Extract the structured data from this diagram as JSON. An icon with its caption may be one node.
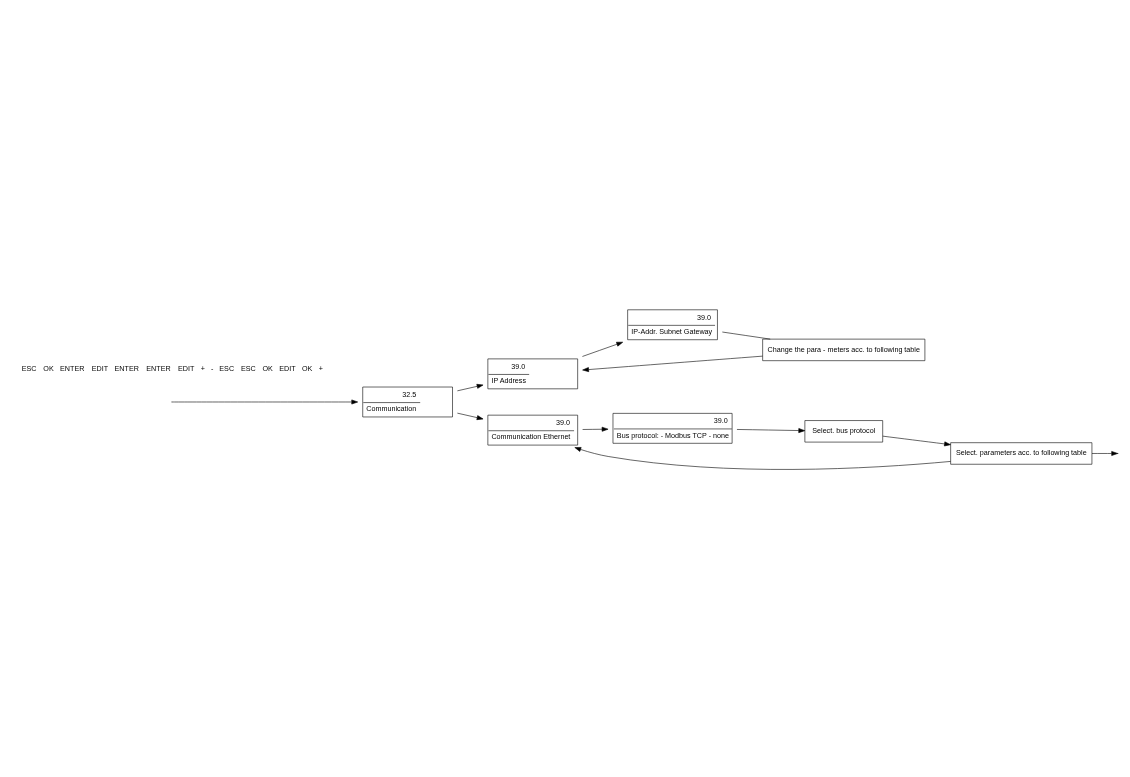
{
  "diagram": {
    "nodes": [
      {
        "text": [
          "32.5",
          "Communication"
        ]
      },
      {
        "text": [
          "39.0",
          "IP Address"
        ]
      },
      {
        "text": [
          "39.0",
          "IP-Addr. Subnet Gateway"
        ]
      },
      {
        "text": [
          "Change the para - meters acc. to following table"
        ]
      },
      {
        "text": [
          "39.0",
          "Communication Ethernet"
        ]
      },
      {
        "text": [
          "39.0",
          "Bus protocol: - Modbus TCP - none"
        ]
      },
      {
        "text": [
          "Select. bus protocol"
        ]
      },
      {
        "text": [
          "Select. parameters acc. to following table"
        ]
      }
    ],
    "edges": [
      {
        "from": null,
        "to": 0,
        "arrow": "to"
      },
      {
        "from": 0,
        "to": 1,
        "arrow": "to"
      },
      {
        "from": 0,
        "to": 4,
        "arrow": "to"
      },
      {
        "from": 1,
        "to": 2,
        "arrow": "to"
      },
      {
        "from": 2,
        "to": 3,
        "arrow": "none"
      },
      {
        "from": 3,
        "to": 1,
        "arrow": "to"
      },
      {
        "from": 4,
        "to": 5,
        "arrow": "to"
      },
      {
        "from": 5,
        "to": 6,
        "arrow": "to"
      },
      {
        "from": 6,
        "to": 7,
        "arrow": "to"
      },
      {
        "from": 7,
        "to": 4,
        "arrow": "to"
      },
      {
        "from": 7,
        "to": null,
        "arrow": "to"
      }
    ],
    "labels": [
      "ESC",
      "OK",
      "ENTER",
      "EDIT",
      "ENTER",
      "ENTER",
      "EDIT",
      "+",
      "-",
      "ESC",
      "ESC",
      "OK",
      "EDIT",
      "OK",
      "+"
    ]
  }
}
